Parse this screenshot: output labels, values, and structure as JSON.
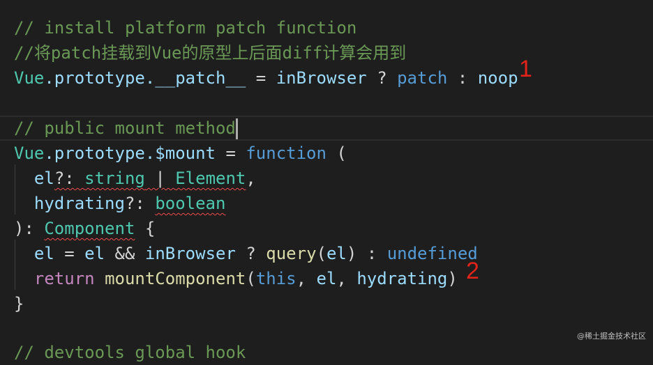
{
  "editor": {
    "lines": [
      {
        "id": "l1",
        "tokens": [
          {
            "text": "// install platform patch function",
            "kind": "comment"
          }
        ]
      },
      {
        "id": "l2",
        "tokens": [
          {
            "text": "//将patch挂载到Vue的原型上后面diff计算会用到",
            "kind": "comment"
          }
        ]
      },
      {
        "id": "l3",
        "tokens": [
          {
            "text": "Vue",
            "kind": "type"
          },
          {
            "text": ".prototype.__patch__",
            "kind": "prop"
          },
          {
            "text": " = ",
            "kind": "op"
          },
          {
            "text": "inBrowser",
            "kind": "prop"
          },
          {
            "text": " ? ",
            "kind": "op"
          },
          {
            "text": "patch",
            "kind": "keyword"
          },
          {
            "text": " : ",
            "kind": "op"
          },
          {
            "text": "noop",
            "kind": "prop"
          }
        ]
      },
      {
        "id": "l4",
        "tokens": []
      },
      {
        "id": "l5",
        "current": true,
        "tokens": [
          {
            "text": "// public mount method",
            "kind": "comment"
          }
        ]
      },
      {
        "id": "l6",
        "tokens": [
          {
            "text": "Vue",
            "kind": "type"
          },
          {
            "text": ".prototype.$mount",
            "kind": "prop"
          },
          {
            "text": " = ",
            "kind": "op"
          },
          {
            "text": "function",
            "kind": "keyword"
          },
          {
            "text": " (",
            "kind": "op"
          }
        ]
      },
      {
        "id": "l7",
        "tokens": [
          {
            "text": "  ",
            "kind": "op"
          },
          {
            "text": "el",
            "kind": "prop"
          },
          {
            "text": "?: ",
            "kind": "op",
            "squiggle": true
          },
          {
            "text": "string",
            "kind": "type",
            "squiggle": true
          },
          {
            "text": " | ",
            "kind": "op",
            "squiggle": true
          },
          {
            "text": "Element",
            "kind": "type",
            "squiggle": true
          },
          {
            "text": ",",
            "kind": "op"
          }
        ]
      },
      {
        "id": "l8",
        "tokens": [
          {
            "text": "  ",
            "kind": "op"
          },
          {
            "text": "hydrating",
            "kind": "prop"
          },
          {
            "text": "?: ",
            "kind": "op"
          },
          {
            "text": "boolean",
            "kind": "type",
            "squiggle": true
          }
        ]
      },
      {
        "id": "l9",
        "tokens": [
          {
            "text": "): ",
            "kind": "op"
          },
          {
            "text": "Component",
            "kind": "type",
            "squiggle": true
          },
          {
            "text": " {",
            "kind": "op"
          }
        ]
      },
      {
        "id": "l10",
        "tokens": [
          {
            "text": "  ",
            "kind": "op"
          },
          {
            "text": "el",
            "kind": "prop"
          },
          {
            "text": " = ",
            "kind": "op"
          },
          {
            "text": "el",
            "kind": "prop"
          },
          {
            "text": " && ",
            "kind": "op"
          },
          {
            "text": "inBrowser",
            "kind": "prop"
          },
          {
            "text": " ? ",
            "kind": "op"
          },
          {
            "text": "query",
            "kind": "func"
          },
          {
            "text": "(",
            "kind": "op"
          },
          {
            "text": "el",
            "kind": "prop"
          },
          {
            "text": ") : ",
            "kind": "op"
          },
          {
            "text": "undefined",
            "kind": "keyword"
          }
        ]
      },
      {
        "id": "l11",
        "tokens": [
          {
            "text": "  ",
            "kind": "op"
          },
          {
            "text": "return",
            "kind": "control"
          },
          {
            "text": " ",
            "kind": "op"
          },
          {
            "text": "mountComponent",
            "kind": "func"
          },
          {
            "text": "(",
            "kind": "op"
          },
          {
            "text": "this",
            "kind": "keyword"
          },
          {
            "text": ", ",
            "kind": "op"
          },
          {
            "text": "el",
            "kind": "prop"
          },
          {
            "text": ", ",
            "kind": "op"
          },
          {
            "text": "hydrating",
            "kind": "prop"
          },
          {
            "text": ")",
            "kind": "op"
          }
        ]
      },
      {
        "id": "l12",
        "tokens": [
          {
            "text": "}",
            "kind": "op"
          }
        ]
      },
      {
        "id": "l13",
        "tokens": []
      },
      {
        "id": "l14",
        "tokens": [
          {
            "text": "// devtools global hook",
            "kind": "comment"
          }
        ]
      }
    ]
  },
  "annotations": {
    "marker_1": "1",
    "marker_2": "2"
  },
  "watermark": "@稀土掘金技术社区",
  "colors": {
    "background": "#1e1e1e",
    "comment": "#6a9955",
    "type": "#4ec9b0",
    "prop": "#9cdcfe",
    "keyword": "#569cd6",
    "function": "#dcdcaa",
    "control": "#c586c0",
    "annotation": "#e2231a"
  }
}
